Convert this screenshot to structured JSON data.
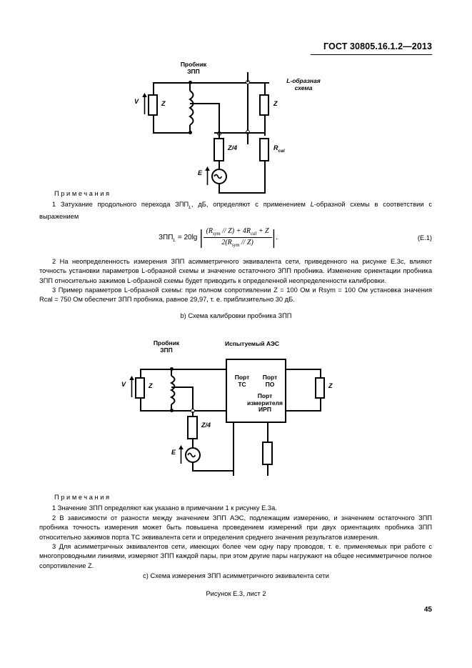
{
  "document": {
    "header_standard": "ГОСТ 30805.16.1.2—2013",
    "page_number": "45"
  },
  "figure_b": {
    "probe_label_line1": "Пробник",
    "probe_label_line2": "ЗПП",
    "lshape_label_line1": "L-образная",
    "lshape_label_line2": "схема",
    "label_v": "V",
    "label_z_left": "Z",
    "label_z_right": "Z",
    "label_z4": "Z/4",
    "label_rcal": "R",
    "label_rcal_sub": "cal",
    "label_e": "E",
    "source_symbol": "~"
  },
  "figure_c": {
    "probe_label_line1": "Пробник",
    "probe_label_line2": "ЗПП",
    "dut_label": "Испытуемый АЭС",
    "port_tc_line1": "Порт",
    "port_tc_line2": "ТС",
    "port_po_line1": "Порт",
    "port_po_line2": "ПО",
    "port_meas_line1": "Порт",
    "port_meas_line2": "измерителя",
    "port_meas_line3": "ИРП",
    "label_v": "V",
    "label_z_left": "Z",
    "label_z_right": "Z",
    "label_z4": "Z/4",
    "label_e": "E",
    "source_symbol": "~"
  },
  "notes_b": {
    "title": "Примечания",
    "note1_part1": "1 Затухание продольного перехода ЗПП",
    "note1_sub": "L",
    "note1_part2": ", дБ, определяют с применением ",
    "note1_italic": "L",
    "note1_part3": "-образной схемы в соответствии с выражением",
    "note2": "2 На неопределенность измерения ЗПП асимметричного эквивалента сети, приведенного на рисунке Е.3с, влияют точность установки параметров L-образной схемы и значение остаточного ЗПП пробника. Изменение ориентации пробника ЗПП относительно зажимов L-образной схемы будет приводить к определенной неопределенности калибровки.",
    "note3": "3 Пример параметров L-образной схемы: при полном сопротивлении Z = 100 Ом и Rsym = 100 Ом установка значения Rcal = 750 Ом обеспечит ЗПП пробника, равное 29,97, т. е. приблизительно 30 дБ."
  },
  "formula": {
    "lhs": "ЗПП",
    "lhs_sub": "L",
    "eq": "= 20lg",
    "numerator_p1": "(R",
    "numerator_sub1": "sym",
    "numerator_p2": " // Z) + 4R",
    "numerator_sub2": "cal",
    "numerator_p3": " + Z",
    "denominator_p1": "2(R",
    "denominator_sub1": "sym",
    "denominator_p2": " // Z)",
    "number": "(E.1)"
  },
  "notes_c": {
    "title": "Примечания",
    "note1": "1 Значение ЗПП определяют как указано в примечании 1 к рисунку Е.3а.",
    "note2": "2 В зависимости от разности между значением ЗПП АЭС, подлежащим измерению, и значением остаточного ЗПП пробника точность измерения может быть повышена проведением измерений при двух ориентациях пробника ЗПП относительно зажимов порта ТС эквивалента сети и определения среднего значения результатов измерения.",
    "note3": "3 Для асимметричных эквивалентов сети, имеющих более чем одну пару проводов, т. е. применяемых при работе с многопроводными линиями, измеряют ЗПП каждой пары, при этом другие пары нагружают на общее несимметричное полное сопротивление Z."
  },
  "captions": {
    "caption_b": "b) Схема калибровки пробника ЗПП",
    "caption_c": "с) Схема измерения ЗПП асимметричного эквивалента сети",
    "figure_caption": "Рисунок Е.3, лист 2"
  }
}
